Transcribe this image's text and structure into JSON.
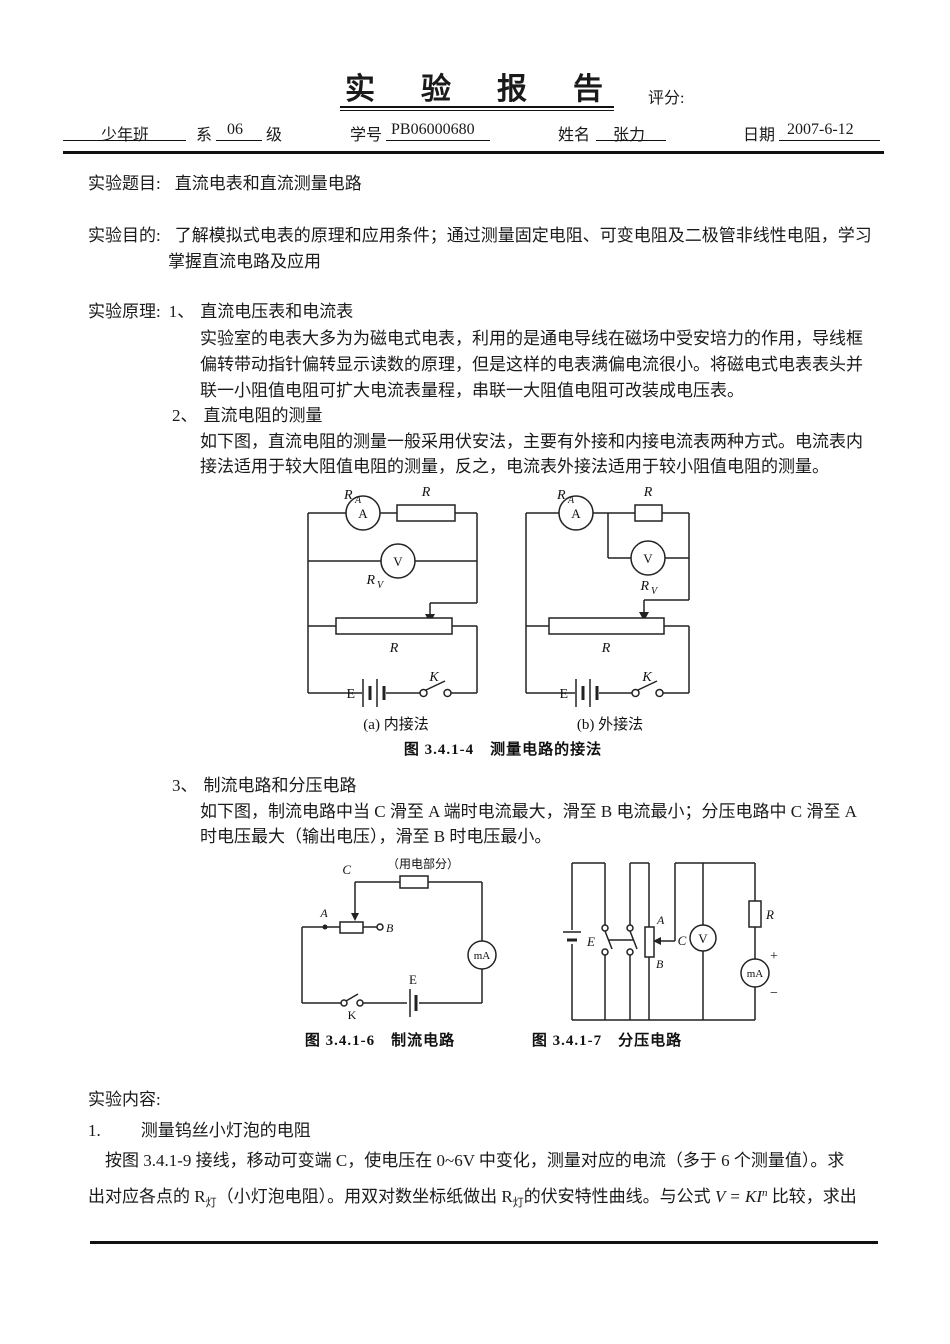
{
  "header": {
    "title": "实　验　报　告",
    "score_label": "评分:",
    "class_value": "少年班",
    "dept_label": "系",
    "grade_value": "06",
    "grade_label": "级",
    "sid_label": "学号",
    "sid_value": "PB06000680",
    "name_label": "姓名",
    "name_value": "张力",
    "date_label": "日期",
    "date_value": "2007-6-12"
  },
  "topic": {
    "label": "实验题目:",
    "text": "直流电表和直流测量电路"
  },
  "purpose": {
    "label": "实验目的:",
    "line1": "了解模拟式电表的原理和应用条件；通过测量固定电阻、可变电阻及二极管非线性电阻，学习",
    "line2": "掌握直流电路及应用"
  },
  "principle": {
    "label": "实验原理:",
    "item1": {
      "num": "1、",
      "title": "直流电压表和电流表",
      "lines": [
        "实验室的电表大多为为磁电式电表，利用的是通电导线在磁场中受安培力的作用，导线框",
        "偏转带动指针偏转显示读数的原理，但是这样的电表满偏电流很小。将磁电式电表表头并",
        "联一小阻值电阻可扩大电流表量程，串联一大阻值电阻可改装成电压表。"
      ]
    },
    "item2": {
      "num": "2、",
      "title": "直流电阻的测量",
      "lines": [
        "如下图，直流电阻的测量一般采用伏安法，主要有外接和内接电流表两种方式。电流表内",
        "接法适用于较大阻值电阻的测量，反之，电流表外接法适用于较小阻值电阻的测量。"
      ]
    },
    "item3": {
      "num": "3、",
      "title": "制流电路和分压电路",
      "lines": [
        "如下图，制流电路中当 C 滑至 A 端时电流最大，滑至 B 电流最小；分压电路中 C 滑至 A",
        "时电压最大（输出电压），滑至 B 时电压最小。"
      ]
    }
  },
  "fig1": {
    "labels": {
      "r": "R",
      "sub_a": "A",
      "sub_v": "V",
      "ammeter": "A",
      "voltmeter": "V",
      "battery": "E",
      "switch": "K"
    },
    "caption_a": "(a) 内接法",
    "caption_b": "(b) 外接法",
    "caption_main": "图 3.4.1-4　测量电路的接法"
  },
  "fig2": {
    "left": {
      "c": "C",
      "load": "（用电部分）",
      "a": "A",
      "b": "B",
      "k": "K",
      "e": "E",
      "ma": "mA",
      "caption": "图 3.4.1-6　制流电路"
    },
    "right": {
      "e": "E",
      "a": "A",
      "b": "B",
      "c": "C",
      "v": "V",
      "r": "R",
      "ma": "mA",
      "plus": "+",
      "minus": "−",
      "caption": "图 3.4.1-7　分压电路"
    }
  },
  "content": {
    "label": "实验内容:",
    "item1_num": "1.",
    "item1_title": "测量钨丝小灯泡的电阻",
    "line1": "按图 3.4.1-9 接线，移动可变端 C，使电压在 0~6V 中变化，测量对应的电流（多于 6 个测量值）。求",
    "line2_a": "出对应各点的 R",
    "line2_sub1": "灯",
    "line2_b": "（小灯泡电阻）。用双对数坐标纸做出 R",
    "line2_sub2": "灯",
    "line2_c": "的伏安特性曲线。与公式 ",
    "formula": "V = KI",
    "formula_exp": "n",
    "line2_d": " 比较，求出"
  }
}
